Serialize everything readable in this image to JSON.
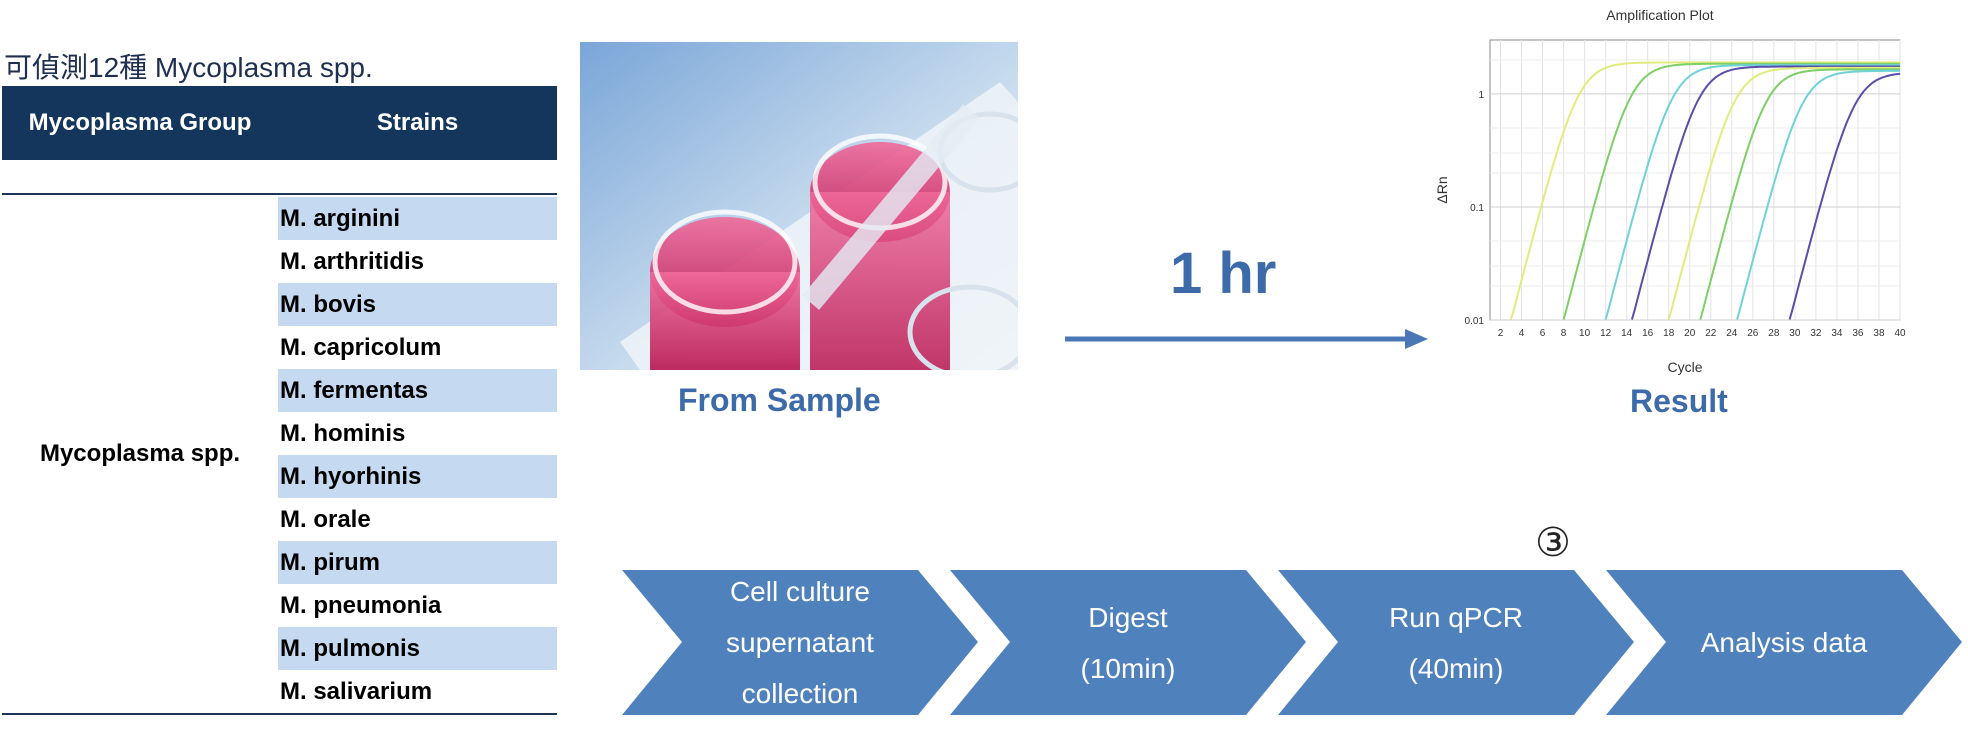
{
  "title": "可偵測12種 Mycoplasma spp.",
  "table": {
    "headers": [
      "Mycoplasma Group",
      "Strains"
    ],
    "group": "Mycoplasma spp.",
    "strains": [
      "M. arginini",
      "M. arthritidis",
      "M. bovis",
      "M. capricolum",
      "M. fermentas",
      "M. hominis",
      "M. hyorhinis",
      "M. orale",
      "M. pirum",
      "M. pneumonia",
      "M. pulmonis",
      "M. salivarium"
    ]
  },
  "photo_caption": "From Sample",
  "time_label": "1 hr",
  "result_caption": "Result",
  "plot": {
    "title": "Amplification Plot",
    "xlabel": "Cycle",
    "ylabel": "ΔRn",
    "x_ticks": [
      "2",
      "4",
      "6",
      "8",
      "10",
      "12",
      "14",
      "16",
      "18",
      "20",
      "22",
      "24",
      "26",
      "28",
      "30",
      "32",
      "34",
      "36",
      "38",
      "40"
    ],
    "y_ticks": [
      "0.01",
      "0.1",
      "1"
    ],
    "colors": [
      "#e2ec7a",
      "#7ecf66",
      "#6ed2d8",
      "#5a4fa8"
    ]
  },
  "step_number": "③",
  "steps": [
    "Cell culture\nsupernatant\ncollection",
    "Digest\n(10min)",
    "Run qPCR\n(40min)",
    "Analysis data"
  ],
  "colors": {
    "header": "#14365c",
    "shade": "#c5d9f1",
    "accent": "#3d6aa8",
    "chevron": "#4f81bd"
  }
}
